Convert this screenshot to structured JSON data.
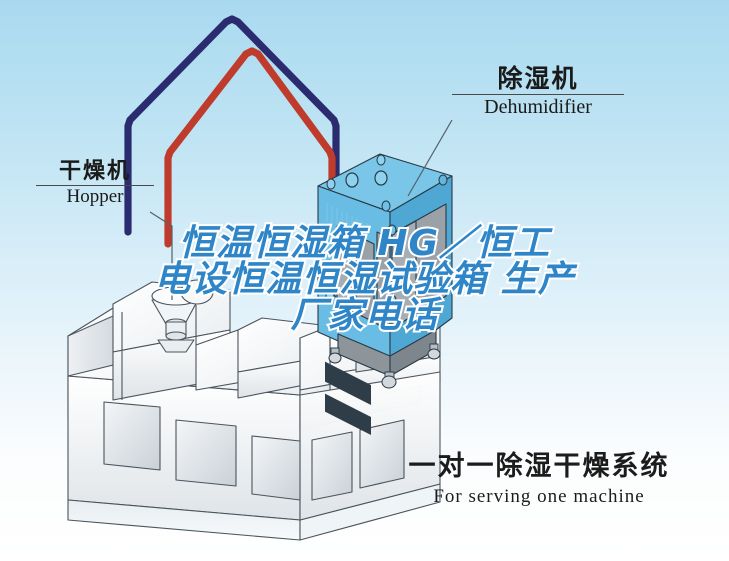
{
  "scene": {
    "title_overlay_lines": [
      "恒温恒湿箱 HG／恒工",
      "电设恒温恒湿试验箱 生产",
      "厂家电话"
    ],
    "labels": {
      "dehumidifier": {
        "cn": "除湿机",
        "en": "Dehumidifier"
      },
      "hopper": {
        "cn": "干燥机",
        "en": "Hopper"
      }
    },
    "caption": {
      "cn": "一对一除湿干燥系统",
      "en": "For serving one machine"
    },
    "colors": {
      "background_top": "#a9d9ef",
      "background_bottom": "#ffffff",
      "hose_blue": "#2b2b70",
      "hose_red": "#bf3b2c",
      "machine_blue_top": "#79c6e8",
      "machine_blue_front": "#69bde4",
      "machine_blue_side": "#4fa8d4",
      "machine_gray": "#9aa2a8",
      "watermark_blue": "#2e86c8",
      "watermark_outline": "#ffffff",
      "line_dark": "#2b3a45"
    }
  }
}
